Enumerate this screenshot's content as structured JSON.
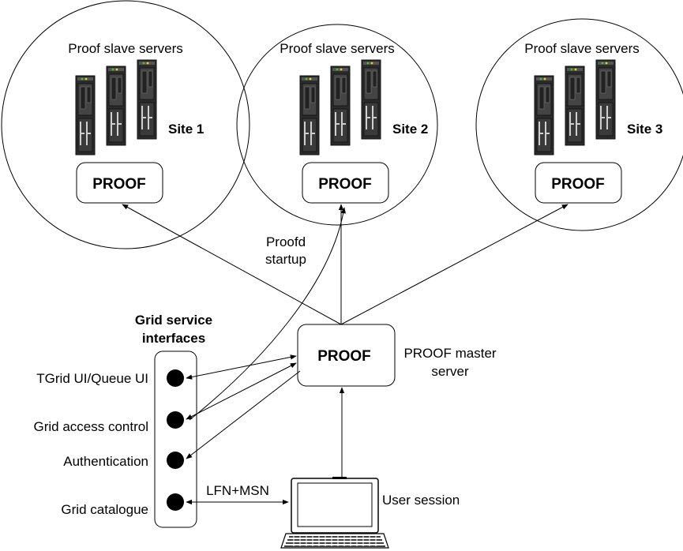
{
  "sites": [
    {
      "caption": "Proof slave servers",
      "site_label": "Site 1",
      "proof_label": "PROOF"
    },
    {
      "caption": "Proof slave servers",
      "site_label": "Site 2",
      "proof_label": "PROOF"
    },
    {
      "caption": "Proof slave servers",
      "site_label": "Site 3",
      "proof_label": "PROOF"
    }
  ],
  "master": {
    "proof_label": "PROOF",
    "caption_line1": "PROOF master",
    "caption_line2": "server"
  },
  "startup": {
    "line1": "Proofd",
    "line2": "startup"
  },
  "grid": {
    "title_line1": "Grid service",
    "title_line2": "interfaces",
    "services": [
      "TGrid UI/Queue UI",
      "Grid access control",
      "Authentication",
      "Grid catalogue"
    ]
  },
  "link": {
    "label": "LFN+MSN"
  },
  "user": {
    "label": "User session"
  },
  "colors": {
    "server_dark": "#2b2b2b",
    "server_mid": "#4a4a4a",
    "led_green": "#37c837",
    "led_yellow": "#e8d21a",
    "line": "#000000"
  }
}
